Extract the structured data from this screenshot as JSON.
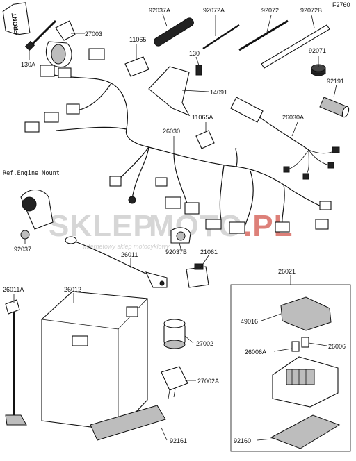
{
  "diagram_code": "F2760",
  "front_label": "FRONT",
  "reference_text": "Ref.Engine Mount",
  "watermark": {
    "brand_a": "SKLEP",
    "brand_b": "MOTO",
    "brand_c": ".PL",
    "tagline": "internetowy sklep motocyklowy",
    "accent_color": "#e23b2e"
  },
  "parts": {
    "p92037A": "92037A",
    "p92072A": "92072A",
    "p92072": "92072",
    "p92072B": "92072B",
    "p27003": "27003",
    "p11065": "11065",
    "p130": "130",
    "p92071": "92071",
    "p130A": "130A",
    "p14091": "14091",
    "p92191": "92191",
    "p11065A": "11065A",
    "p26030A": "26030A",
    "p26030": "26030",
    "p92037": "92037",
    "p92037B": "92037B",
    "p21061": "21061",
    "p26011": "26011",
    "p26021": "26021",
    "p26011A": "26011A",
    "p26012": "26012",
    "p49016": "49016",
    "p27002": "27002",
    "p26006A": "26006A",
    "p26006": "26006",
    "p27002A": "27002A",
    "p92161": "92161",
    "p92160": "92160"
  }
}
